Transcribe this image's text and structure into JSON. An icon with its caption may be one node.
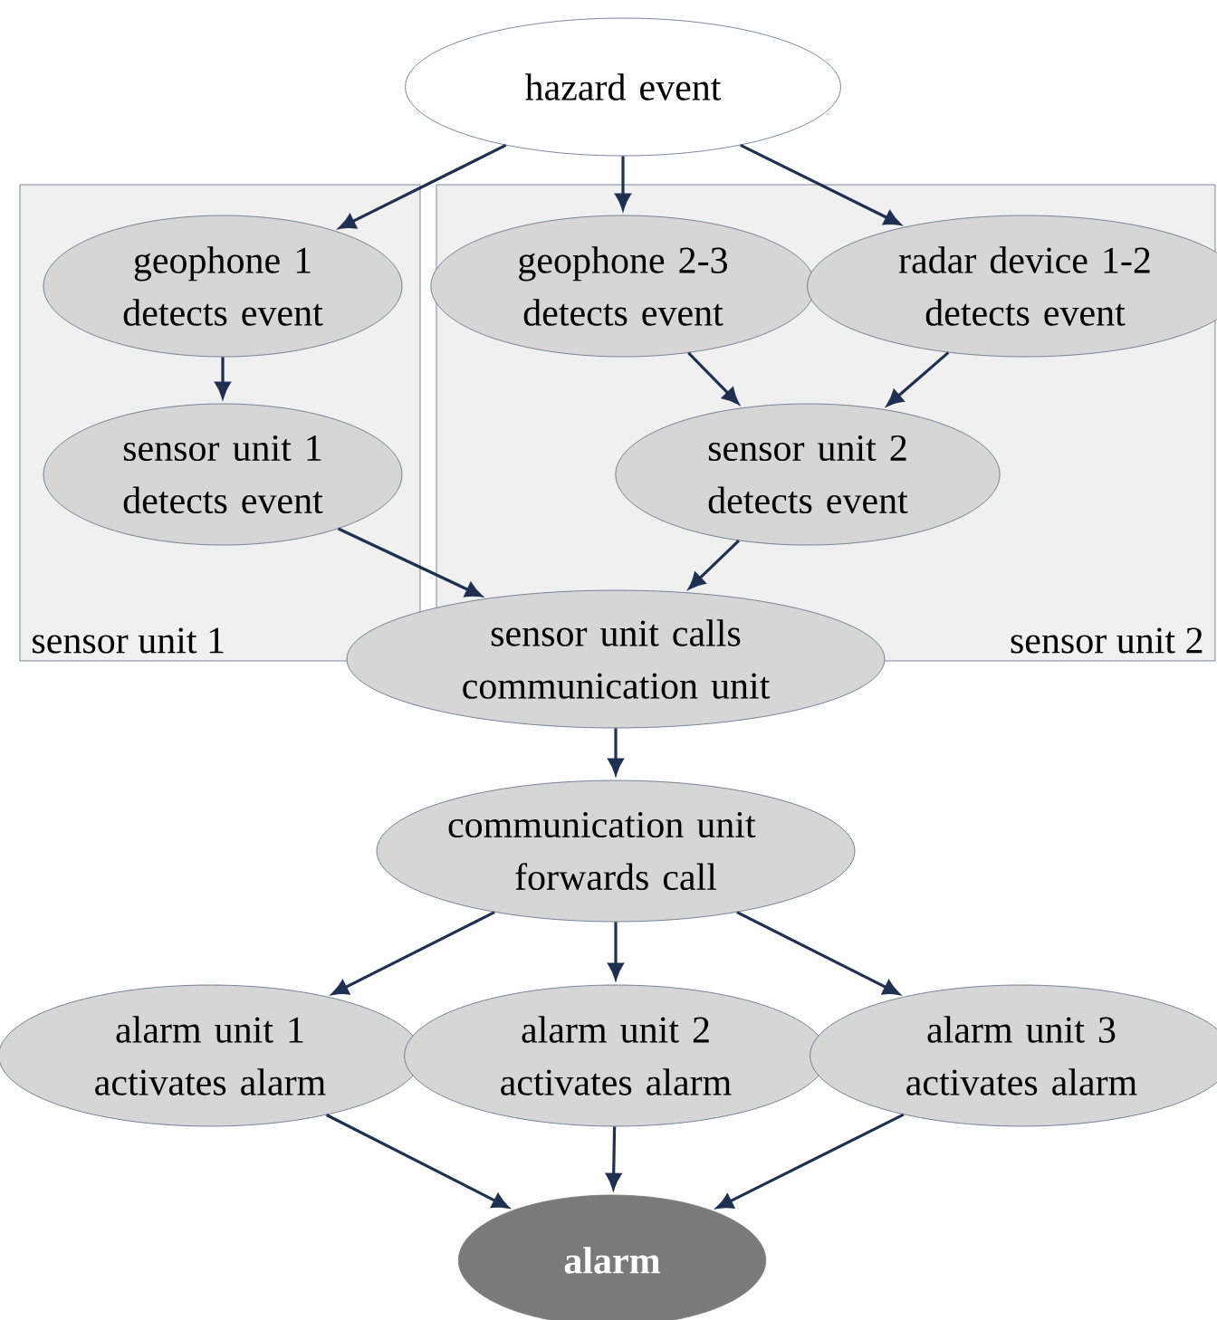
{
  "diagram": {
    "nodes": [
      {
        "text": [
          "hazard event"
        ]
      },
      {
        "text": [
          "sensor unit 1"
        ]
      },
      {
        "text": [
          "sensor unit 2"
        ]
      },
      {
        "text": [
          "geophone 1 detects event"
        ],
        "in": 1
      },
      {
        "text": [
          "sensor unit 1 detects event"
        ],
        "in": 1
      },
      {
        "text": [
          "geophone 2-3 detects event"
        ],
        "in": 2
      },
      {
        "text": [
          "radar device 1-2 detects event"
        ],
        "in": 2
      },
      {
        "text": [
          "sensor unit 2 detects event"
        ],
        "in": 2
      },
      {
        "text": [
          "sensor unit calls communication unit"
        ]
      },
      {
        "text": [
          "communication unit forwards call"
        ]
      },
      {
        "text": [
          "alarm unit 1 activates alarm"
        ]
      },
      {
        "text": [
          "alarm unit 2 activates alarm"
        ]
      },
      {
        "text": [
          "alarm unit 3 activates alarm"
        ]
      },
      {
        "text": [
          "alarm"
        ]
      }
    ],
    "edges": [
      {
        "from": 0,
        "to": 3,
        "arrow": "to"
      },
      {
        "from": 0,
        "to": 5,
        "arrow": "to"
      },
      {
        "from": 0,
        "to": 6,
        "arrow": "to"
      },
      {
        "from": 3,
        "to": 4,
        "arrow": "to"
      },
      {
        "from": 5,
        "to": 7,
        "arrow": "to"
      },
      {
        "from": 6,
        "to": 7,
        "arrow": "to"
      },
      {
        "from": 4,
        "to": 8,
        "arrow": "to"
      },
      {
        "from": 7,
        "to": 8,
        "arrow": "to"
      },
      {
        "from": 8,
        "to": 9,
        "arrow": "to"
      },
      {
        "from": 9,
        "to": 10,
        "arrow": "to"
      },
      {
        "from": 9,
        "to": 11,
        "arrow": "to"
      },
      {
        "from": 9,
        "to": 12,
        "arrow": "to"
      },
      {
        "from": 10,
        "to": 13,
        "arrow": "to"
      },
      {
        "from": 11,
        "to": 13,
        "arrow": "to"
      },
      {
        "from": 12,
        "to": 13,
        "arrow": "to"
      }
    ]
  }
}
